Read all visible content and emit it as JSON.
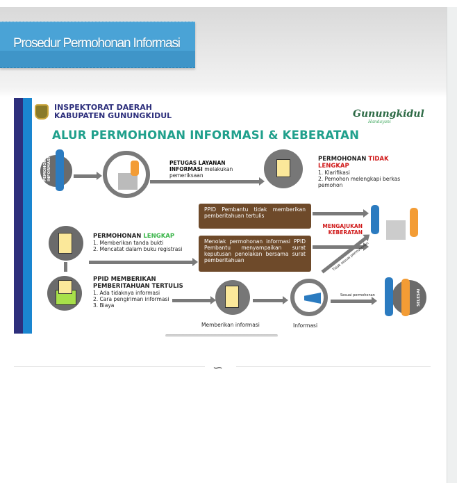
{
  "page": {
    "banner_title": "Prosedur Permohonan Informasi"
  },
  "infographic": {
    "org_line1": "INSPEKTORAT DAERAH",
    "org_line2": "KABUPATEN GUNUNGKIDUL",
    "brand": "Gunungkidul",
    "brand_tagline": "Handayani",
    "title": "ALUR PERMOHONAN INFORMASI & KEBERATAN",
    "pemohon_label": "PEMOHON INFORMASI",
    "petugas_bold": "PETUGAS LAYANAN INFORMASI",
    "petugas_rest": "melakukan pemeriksaan",
    "tidak_lengkap_a": "PERMOHONAN",
    "tidak_lengkap_b": "TIDAK LENGKAP",
    "tidak_lengkap_items": [
      "1. Klarifikasi",
      "2. Pemohon melengkapi berkas pemohon"
    ],
    "box1": "PPID Pembantu tidak memberikan pemberitahuan tertulis",
    "box2": "Menolak permohonan informasi PPID Pembantu menyampaikan surat keputusan penolakan bersama surat pemberitahuan",
    "keberatan": "MENGAJUKAN KEBERATAN",
    "lengkap_a": "PERMOHONAN",
    "lengkap_b": "LENGKAP",
    "lengkap_items": [
      "1. Memberikan tanda bukti",
      "2. Mencatat dalam buku registrasi"
    ],
    "ppid_title": "PPID MEMBERIKAN PEMBERITAHUAN TERTULIS",
    "ppid_items": [
      "1. Ada tidaknya informasi",
      "2. Cara pengiriman informasi",
      "3. Biaya"
    ],
    "memberikan": "Memberikan informasi",
    "informasi": "Informasi",
    "tidak_sesuai": "Tidak sesuai permohonan",
    "sesuai": "Sesuai permohonan",
    "selesai": "SELESAI"
  },
  "colors": {
    "banner": "#4aa3d6",
    "teal": "#20a08c",
    "navy": "#2d2f7c",
    "brown": "#6e4a2a",
    "red": "#d01a1a"
  }
}
